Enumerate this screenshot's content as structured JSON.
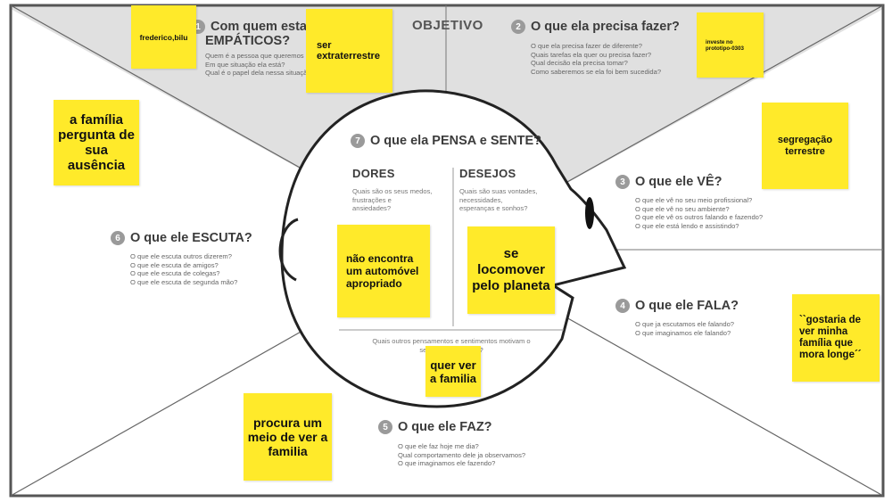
{
  "objetivo_label": "OBJETIVO",
  "sections": {
    "s1": {
      "num": "1",
      "title_line1": "Com quem estamos sendo",
      "title_line2": "EMPÁTICOS?",
      "questions": [
        "Quem é a pessoa que queremos entender?",
        "Em que situação ela está?",
        "Qual é o papel dela nessa situação?"
      ]
    },
    "s2": {
      "num": "2",
      "title": "O que ela precisa fazer?",
      "questions": [
        "O que ela precisa fazer de diferente?",
        "Quais tarefas ela quer ou precisa fazer?",
        "Qual decisão ela precisa tomar?",
        "Como saberemos se ela foi bem sucedida?"
      ]
    },
    "s3": {
      "num": "3",
      "title": "O que ele VÊ?",
      "questions": [
        "O que ele vê no seu meio profissional?",
        "O que ele vê no seu ambiente?",
        "O que ele vê os outros falando e fazendo?",
        "O que ele está lendo e assistindo?"
      ]
    },
    "s4": {
      "num": "4",
      "title": "O que ele FALA?",
      "questions": [
        "O que ja escutamos ele falando?",
        "O que imaginamos ele falando?"
      ]
    },
    "s5": {
      "num": "5",
      "title": "O que ele FAZ?",
      "questions": [
        "O que ele faz hoje me dia?",
        "Qual comportamento dele ja observamos?",
        "O que imaginamos ele fazendo?"
      ]
    },
    "s6": {
      "num": "6",
      "title": "O que ele ESCUTA?",
      "questions": [
        "O que ele escuta outros dizerem?",
        "O que ele escuta de amigos?",
        "O que ele escuta de colegas?",
        "O que ele escuta de segunda mão?"
      ]
    },
    "s7": {
      "num": "7",
      "title": "O que ela PENSA e SENTE?",
      "dores_title": "DORES",
      "dores_questions": [
        "Quais são os seus medos,",
        "frustrações e",
        "ansiedades?"
      ],
      "desejos_title": "DESEJOS",
      "desejos_questions": [
        "Quais são suas vontades,",
        "necessidades,",
        "esperanças e sonhos?"
      ],
      "bottom_line1": "Quais outros pensamentos e sentimentos motivam o",
      "bottom_line2": "seu comportamento?"
    }
  },
  "stickies": {
    "frederico": "frederico,bilu",
    "extraterrestre": "ser extraterrestre",
    "investe": "investe no prototipo-0303",
    "familia_pergunta": "a família pergunta de sua ausência",
    "segregacao": "segregação terrestre",
    "automovel": "não encontra um automóvel apropriado",
    "locomover": "se locomover pelo planeta",
    "gostaria": "``gostaria de ver minha família que mora longe´´",
    "quer_ver": "quer ver a familia",
    "procura": "procura um meio de ver a familia"
  }
}
